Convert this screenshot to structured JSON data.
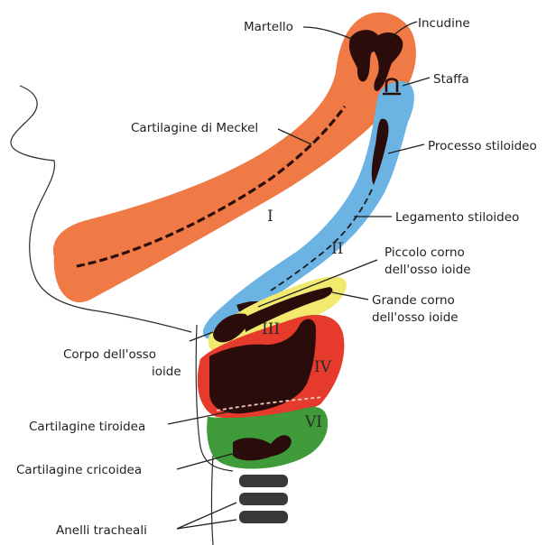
{
  "labels": {
    "martello": "Martello",
    "incudine": "Incudine",
    "staffa": "Staffa",
    "meckel": "Cartilagine di Meckel",
    "processo": "Processo stiloideo",
    "legamento": "Legamento stiloideo",
    "piccolo_1": "Piccolo corno",
    "piccolo_2": "dell'osso ioide",
    "grande_1": "Grande corno",
    "grande_2": "dell'osso ioide",
    "corpo_1": "Corpo dell'osso",
    "corpo_2": "ioide",
    "tiroidea": "Cartilagine tiroidea",
    "cricoidea": "Cartilagine cricoidea",
    "anelli": "Anelli tracheali"
  },
  "arches": {
    "I": "I",
    "II": "II",
    "III": "III",
    "IV": "IV",
    "VI": "VI"
  },
  "colors": {
    "arch_I": "#ef7a45",
    "arch_II": "#6bb3e3",
    "arch_III": "#f2ea6e",
    "arch_IV": "#e53a2c",
    "arch_VI": "#3f9b3a",
    "cartilage": "#2a0d0a",
    "trachea": "#3a3838"
  }
}
